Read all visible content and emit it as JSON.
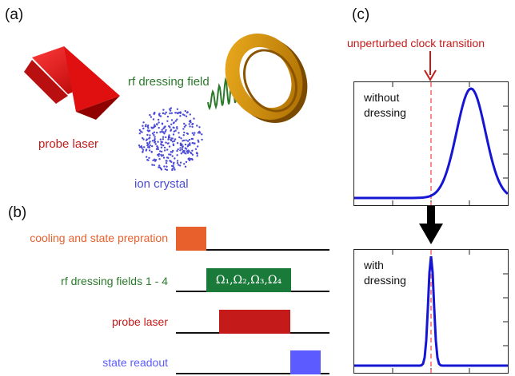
{
  "panels": {
    "a": "(a)",
    "b": "(b)",
    "c": "(c)"
  },
  "panel_a": {
    "probe_laser": "probe laser",
    "rf_field": "rf dressing field",
    "ion_crystal": "ion crystal"
  },
  "panel_b": {
    "rows": [
      {
        "label": "cooling and state prepration",
        "color": "#e8602c"
      },
      {
        "label": "rf dressing fields 1 - 4",
        "color": "#1a7a3a",
        "pulse_text": "Ω₁,Ω₂,Ω₃,Ω₄"
      },
      {
        "label": "probe laser",
        "color": "#c41a1a"
      },
      {
        "label": "state readout",
        "color": "#5b5bff"
      }
    ]
  },
  "panel_c": {
    "marker": "unperturbed clock transition",
    "top_plot_text_line1": "without",
    "top_plot_text_line2": "dressing",
    "bottom_plot_text_line1": "with",
    "bottom_plot_text_line2": "dressing"
  },
  "colors": {
    "probe": "#c41a1a",
    "rf": "#2a7a2a",
    "ion": "#4b4bd6",
    "curve": "#1515d6",
    "dash": "#ff8a8a",
    "ring": "#d4960a"
  }
}
